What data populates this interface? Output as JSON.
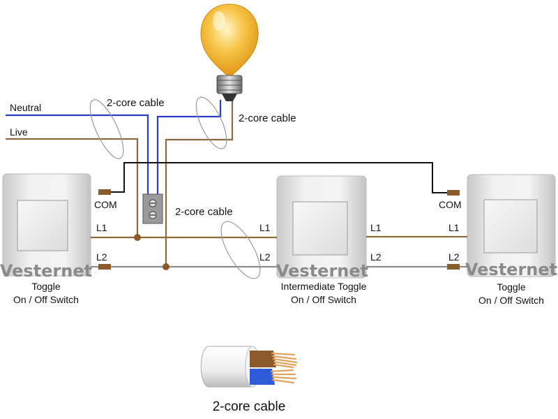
{
  "labels": {
    "neutral": "Neutral",
    "live": "Live",
    "cable_top_left": "2-core cable",
    "cable_top_right": "2-core cable",
    "cable_mid": "2-core cable",
    "legend_caption": "2-core cable",
    "com": "COM",
    "l1": "L1",
    "l2": "L2"
  },
  "switches": {
    "left": {
      "brand": "Vesternet",
      "line1": "Toggle",
      "line2": "On / Off Switch"
    },
    "middle": {
      "brand": "Vesternet",
      "line1": "Intermediate Toggle",
      "line2": "On / Off Switch"
    },
    "right": {
      "brand": "Vesternet",
      "line1": "Toggle",
      "line2": "On / Off Switch"
    }
  },
  "colors": {
    "neutral_wire": "#2a3cc8",
    "live_wire": "#8b6a3e",
    "l2_wire": "#8c8c8c",
    "com_wire": "#111111",
    "connector": "#8b5a2b",
    "bulb_glass": "#f4b428",
    "cable_sheath": "#f2f2f2",
    "brown_core": "#8b5a2b",
    "blue_core": "#2f5bd8",
    "copper": "#e8b070"
  },
  "icons": {
    "bulb": "light-bulb-icon",
    "junction": "terminal-block-icon",
    "cable": "cable-cross-section-icon"
  }
}
